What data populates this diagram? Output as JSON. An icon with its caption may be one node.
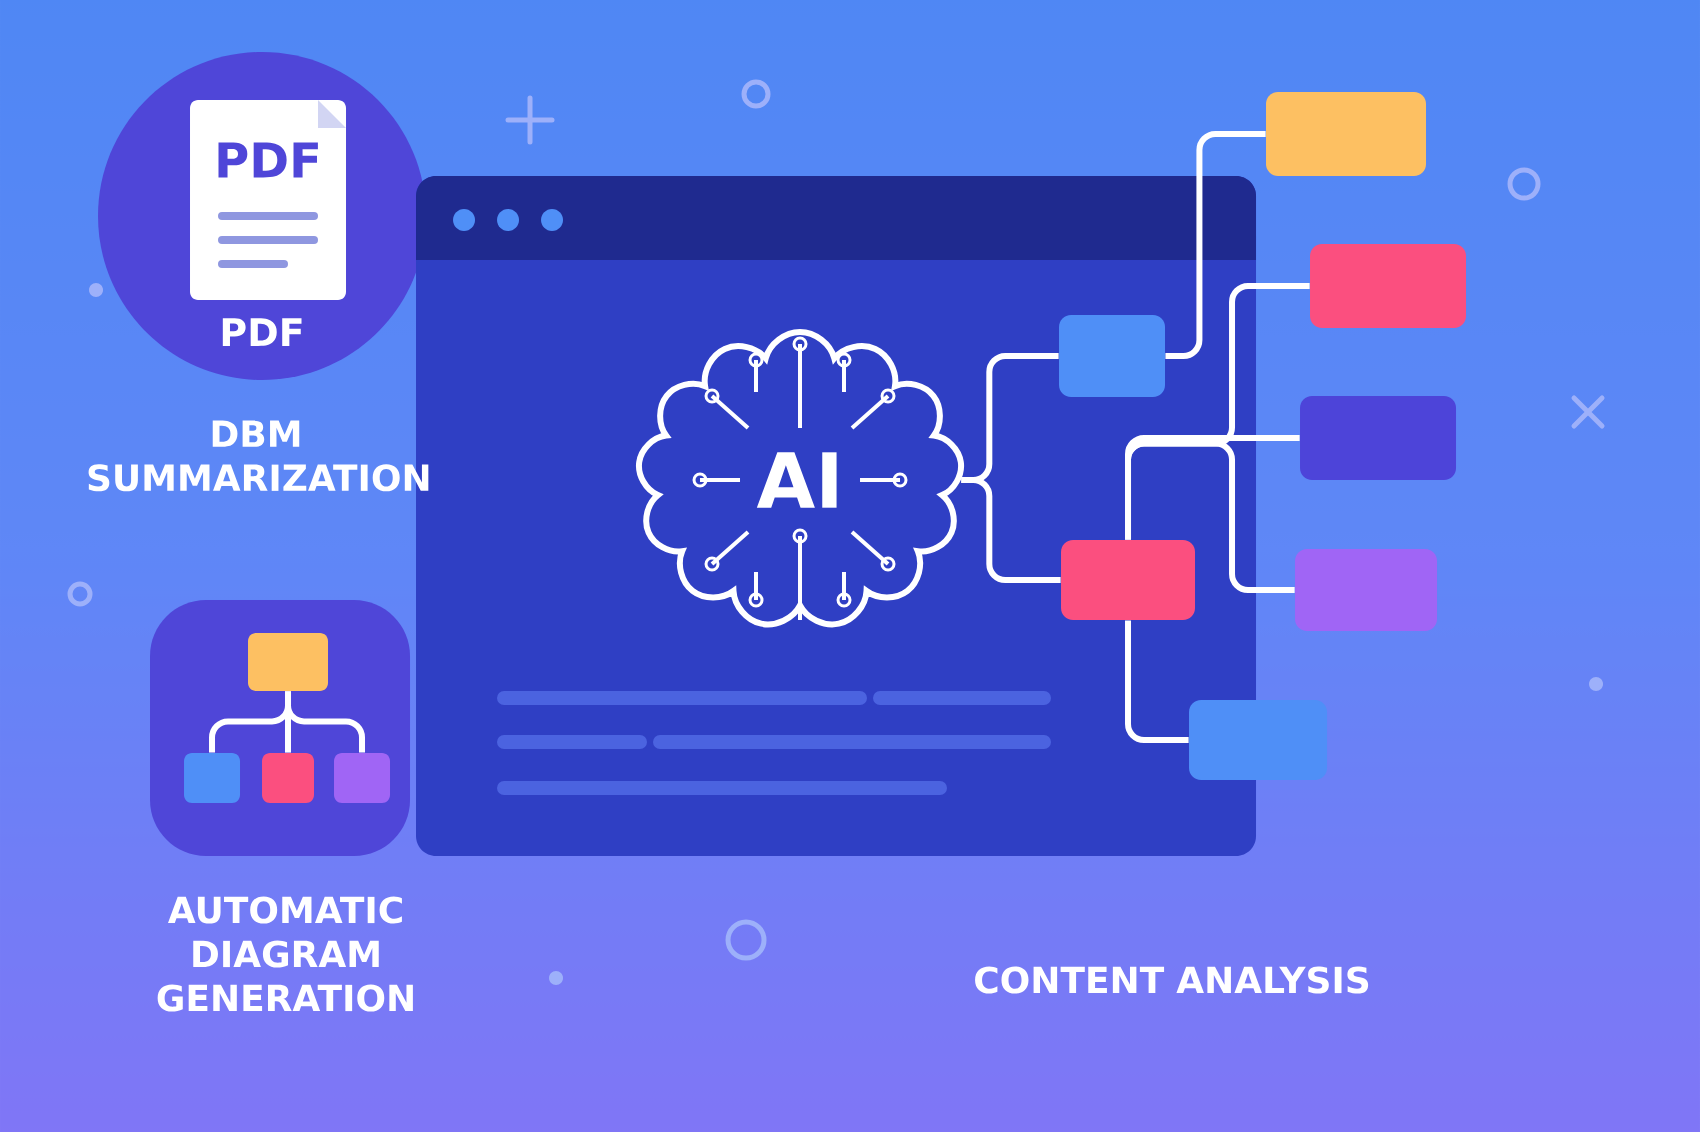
{
  "diagram": {
    "nodes": [
      {
        "text": [
          "PDF"
        ],
        "beside": [
          "DBM SUMMARIZATION"
        ]
      },
      {
        "text": [
          "PDF"
        ],
        "in": 0
      },
      {
        "text": [],
        "shape": "box",
        "beside": [
          "AUTOMATIC DIAGRAM GENERATION"
        ]
      },
      {
        "text": [],
        "shape": "box",
        "in": 2
      },
      {
        "text": [],
        "shape": "box",
        "in": 2
      },
      {
        "text": [],
        "shape": "box",
        "in": 2
      },
      {
        "text": [],
        "shape": "box",
        "in": 2
      },
      {
        "text": [],
        "shape": "box"
      },
      {
        "text": [
          "AI"
        ],
        "in": 7
      },
      {
        "text": [],
        "shape": "box",
        "in": 7
      },
      {
        "text": [],
        "shape": "box",
        "in": 7
      },
      {
        "text": [],
        "shape": "box"
      },
      {
        "text": [],
        "shape": "box"
      },
      {
        "text": [],
        "shape": "box"
      },
      {
        "text": [],
        "shape": "box"
      },
      {
        "text": [],
        "shape": "box"
      }
    ],
    "edges": [
      {
        "from": 3,
        "to": 4,
        "arrow": "none"
      },
      {
        "from": 3,
        "to": 5,
        "arrow": "none"
      },
      {
        "from": 3,
        "to": 6,
        "arrow": "none"
      },
      {
        "from": 8,
        "to": 9,
        "arrow": "none"
      },
      {
        "from": 8,
        "to": 10,
        "arrow": "none"
      },
      {
        "from": 9,
        "to": 11,
        "arrow": "none"
      },
      {
        "from": 10,
        "to": 12,
        "arrow": "none"
      },
      {
        "from": 10,
        "to": 13,
        "arrow": "none"
      },
      {
        "from": 10,
        "to": 14,
        "arrow": "none"
      },
      {
        "from": 10,
        "to": 15,
        "arrow": "none"
      }
    ],
    "labels": [
      "CONTENT ANALYSIS"
    ]
  }
}
